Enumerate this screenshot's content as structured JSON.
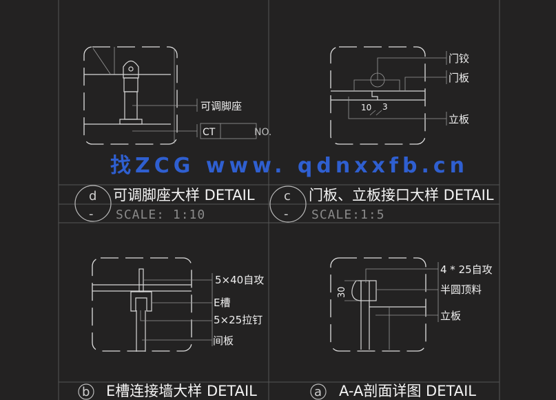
{
  "watermark": "找ZCG www. qdnxxfb.cn",
  "details": [
    {
      "id": "d",
      "title": "可调脚座大样 DETAIL",
      "scale": "SCALE:  1:10",
      "sub": "-",
      "labels": [
        "可调脚座"
      ],
      "tag": {
        "code": "CT",
        "no": "NO."
      }
    },
    {
      "id": "c",
      "title": "门板、立板接口大样 DETAIL",
      "scale": "SCALE:1:5",
      "sub": "-",
      "labels": [
        "门铰",
        "门板",
        "立板"
      ],
      "dims": [
        "10",
        "3"
      ]
    },
    {
      "id": "b",
      "title": "E槽连接墙大样 DETAIL",
      "labels": [
        "5×40自攻",
        "E槽",
        "5×25拉钉",
        "间板"
      ]
    },
    {
      "id": "a",
      "title": "A-A剖面详图   DETAIL",
      "labels": [
        "4 * 25自攻",
        "半圆顶料",
        "立板"
      ],
      "dims": [
        "30"
      ]
    }
  ],
  "colors": {
    "background": "#232222",
    "lines": "#d8d8d8",
    "watermark": "#2f5fd0"
  }
}
